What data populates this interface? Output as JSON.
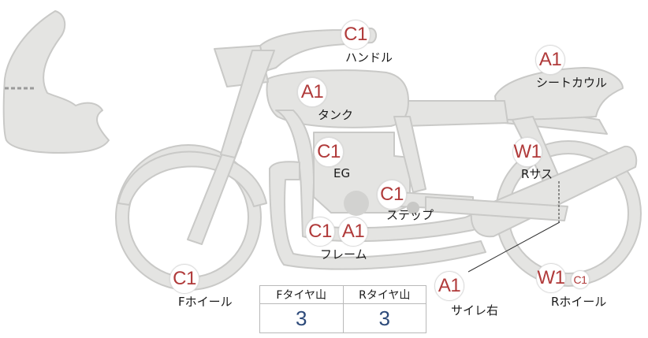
{
  "parts": [
    {
      "key": "handle",
      "grade": "C1",
      "label": "ハンドル"
    },
    {
      "key": "tank",
      "grade": "A1",
      "label": "タンク"
    },
    {
      "key": "seat_cowl",
      "grade": "A1",
      "label": "シートカウル"
    },
    {
      "key": "engine",
      "grade": "C1",
      "label": "EG"
    },
    {
      "key": "rear_suspension",
      "grade": "W1",
      "label": "Rサス"
    },
    {
      "key": "step",
      "grade": "C1",
      "label": "ステップ"
    },
    {
      "key": "frame",
      "grades": [
        "C1",
        "A1"
      ],
      "label": "フレーム"
    },
    {
      "key": "front_wheel",
      "grade": "C1",
      "label": "Fホイール"
    },
    {
      "key": "muffler_right",
      "grade": "A1",
      "label": "サイレ右"
    },
    {
      "key": "rear_wheel",
      "grades": [
        "W1",
        "C1"
      ],
      "label": "Rホイール"
    }
  ],
  "tread_table": {
    "headers": [
      "Fタイヤ山",
      "Rタイヤ山"
    ],
    "values": [
      "3",
      "3"
    ]
  },
  "colors": {
    "body_fill": "#e4e4e2",
    "body_stroke": "#c8c8c6",
    "grade_text": "#b03a3a",
    "tread_value": "#2d4a7a"
  }
}
